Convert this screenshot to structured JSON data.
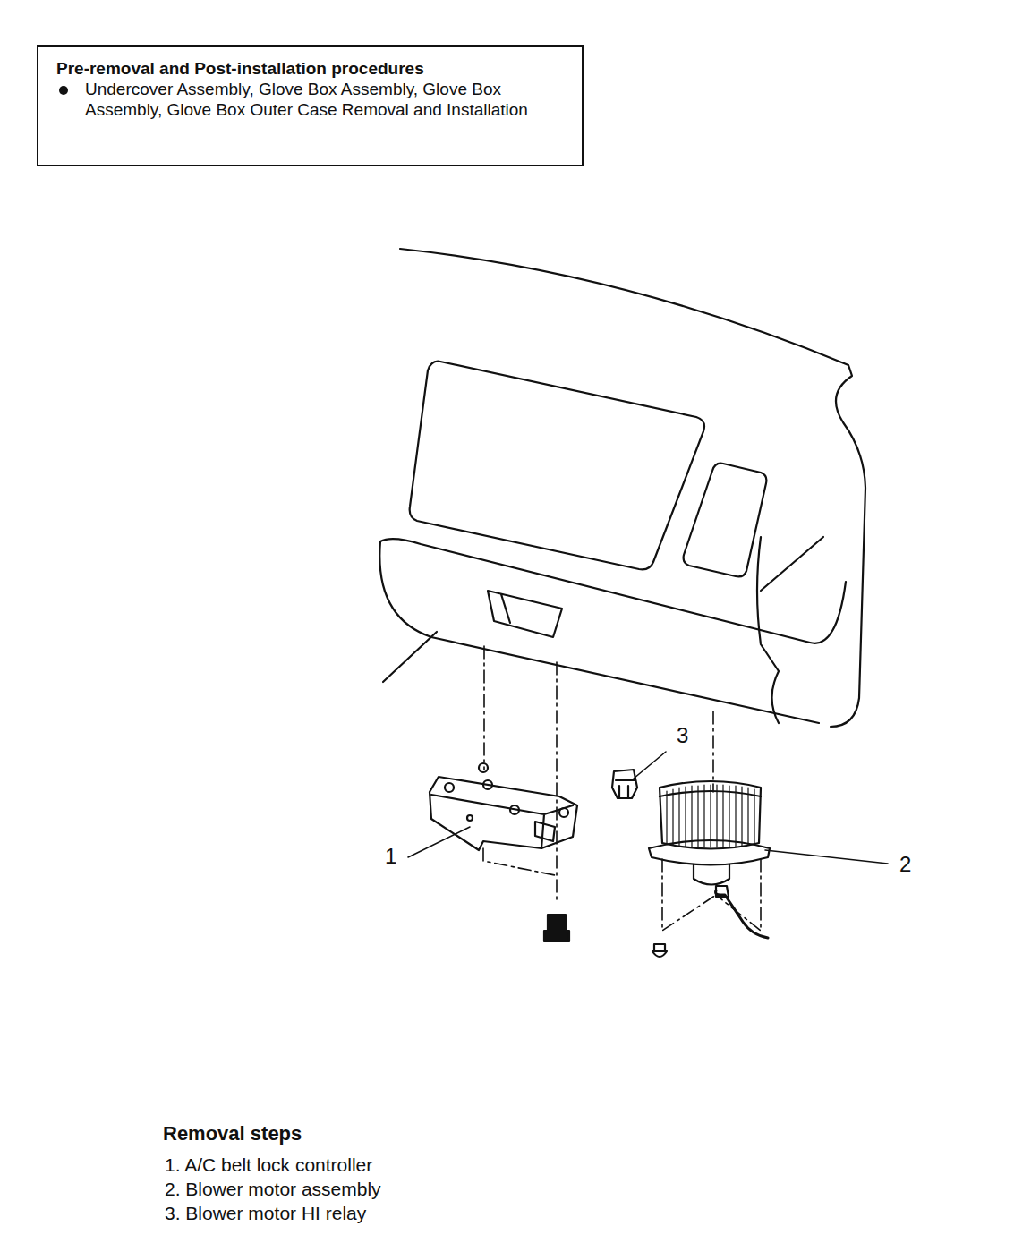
{
  "diagram": {
    "nodes": [
      {
        "text": [
          "Pre-removal and Post-installation procedures",
          "Undercover Assembly, Glove Box Assembly, Glove Box Assembly, Glove Box Outer Case Removal and Installation"
        ]
      }
    ],
    "labels": [
      "3",
      "1",
      "2",
      "Removal steps",
      "1. A/C belt lock controller",
      "2. Blower motor assembly",
      "3. Blower motor HI relay"
    ]
  }
}
